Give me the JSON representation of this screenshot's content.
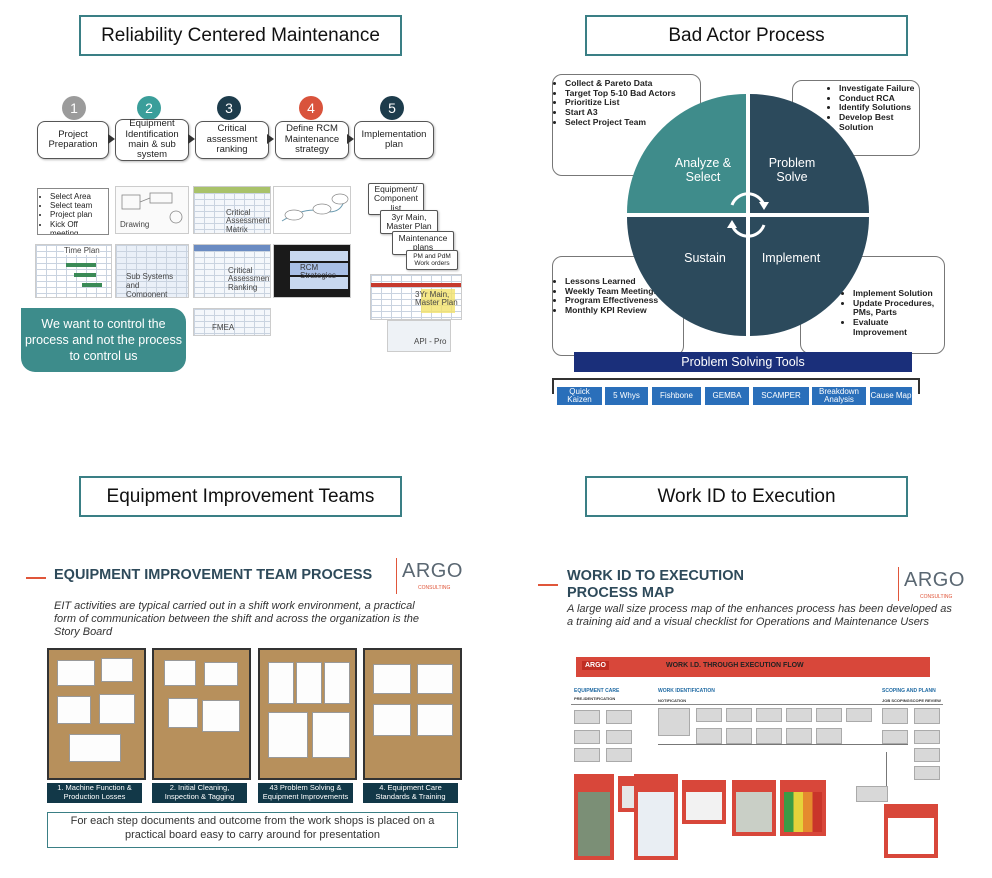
{
  "q1": {
    "title": "Reliability Centered Maintenance",
    "steps": [
      {
        "num": "1",
        "label": "Project Preparation",
        "color": "#9b9b9b"
      },
      {
        "num": "2",
        "label": "Equipment Identification main & sub system",
        "color": "#3a9e9a"
      },
      {
        "num": "3",
        "label": "Critical assessment ranking",
        "color": "#1d3c4c"
      },
      {
        "num": "4",
        "label": "Define RCM Maintenance strategy",
        "color": "#d9533c"
      },
      {
        "num": "5",
        "label": "Implementation plan",
        "color": "#1d3c4c"
      }
    ],
    "prep_list": [
      "Select Area",
      "Select team",
      "Project plan",
      "Kick Off meeting"
    ],
    "thumb_drawing": "Drawing",
    "thumb_timeplan": "Time Plan",
    "thumb_subsystems": "Sub Systems and Component",
    "thumb_crit_matrix": "Critical Assessment Matrix",
    "thumb_crit_ranking": "Critical Assessment Ranking",
    "thumb_fmea": "FMEA",
    "thumb_rcm": "RCM Strategies",
    "impl_1": "Equipment/ Component list",
    "impl_2": "3yr Main, Master Plan",
    "impl_3": "Maintenance plans",
    "impl_4": "PM and PdM Work orders",
    "impl_thumb_1": "3Yr Main, Master Plan",
    "impl_thumb_2": "API - Pro",
    "note": "We want to control the process and not the process to control us"
  },
  "q2": {
    "title": "Bad Actor Process",
    "analyze": "Analyze & Select",
    "solve": "Problem Solve",
    "sustain": "Sustain",
    "implement": "Implement",
    "analyze_list": [
      "Collect & Pareto Data",
      "Target Top 5-10 Bad Actors",
      "Prioritize List",
      "Start A3",
      "Select Project Team"
    ],
    "solve_list": [
      "Investigate Failure",
      "Conduct RCA",
      "Identify Solutions",
      "Develop Best Solution"
    ],
    "sustain_list": [
      "Lessons Learned",
      "Weekly Team Meetings",
      "Program Effectiveness",
      "Monthly KPI Review"
    ],
    "implement_list": [
      "Implement Solution",
      "Update Procedures, PMs, Parts",
      "Evaluate Improvement"
    ],
    "tools_title": "Problem Solving Tools",
    "tools": [
      "Quick Kaizen",
      "5 Whys",
      "Fishbone",
      "GEMBA",
      "SCAMPER",
      "Breakdown Analysis",
      "Cause Map"
    ],
    "colors": {
      "teal": "#3f8c8b",
      "dark": "#2c4a5c",
      "navy": "#1a2f7a",
      "blue": "#2a6fba"
    }
  },
  "q3": {
    "title": "Equipment Improvement Teams",
    "heading": "EQUIPMENT IMPROVEMENT TEAM PROCESS",
    "logo": "ARGO",
    "logo_sub": "CONSULTING",
    "intro": "EIT activities are typical carried out in a shift work environment, a practical form of communication between the shift and across the organization is the Story Board",
    "captions": [
      "1. Machine Function & Production Losses",
      "2. Initial Cleaning, Inspection & Tagging",
      "43 Problem Solving & Equipment Improvements",
      "4. Equipment Care Standards & Training"
    ],
    "footer": "For each step documents and outcome from the work shops is placed on a practical board easy to carry around for presentation"
  },
  "q4": {
    "title": "Work ID to Execution",
    "heading_1": "WORK ID TO EXECUTION",
    "heading_2": "PROCESS MAP",
    "logo": "ARGO",
    "logo_sub": "CONSULTING",
    "intro": "A large wall size process map of the enhances process has been developed as a training aid and a visual checklist for Operations and Maintenance Users",
    "map_logo": "ARGO",
    "map_title": "WORK I.D. THROUGH EXECUTION FLOW",
    "lane_1": "EQUIPMENT CARE",
    "lane_1_sub": "PRE-IDENTIFICATION",
    "lane_2": "WORK IDENTIFICATION",
    "lane_2_sub": "NOTIFICATION",
    "lane_3": "SCOPING AND PLANN",
    "lane_3_sub_a": "JOB SCOPING",
    "lane_3_sub_b": "SCOPE REVIEW"
  }
}
